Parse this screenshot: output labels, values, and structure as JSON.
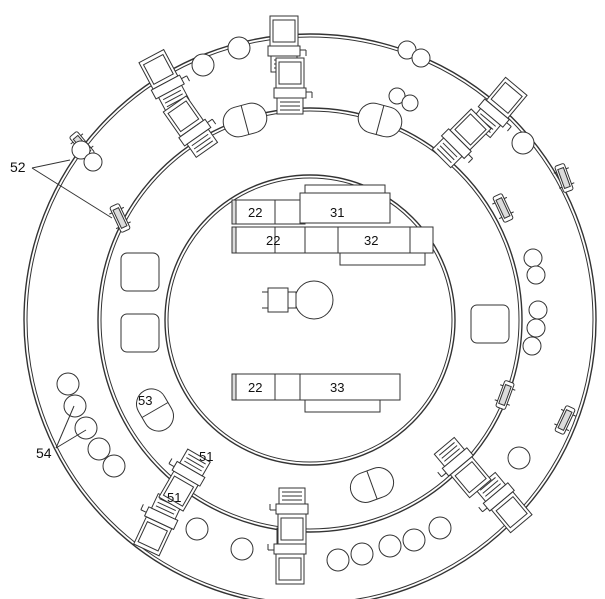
{
  "figure": {
    "tables": [
      {
        "label": "22",
        "code": "31"
      },
      {
        "label": "22",
        "code": "32"
      },
      {
        "label": "22",
        "code": "33"
      }
    ],
    "callouts": {
      "ref_52": "52",
      "ref_53": "53",
      "ref_54": "54",
      "ref_51_a": "51",
      "ref_51_b": "51"
    }
  }
}
